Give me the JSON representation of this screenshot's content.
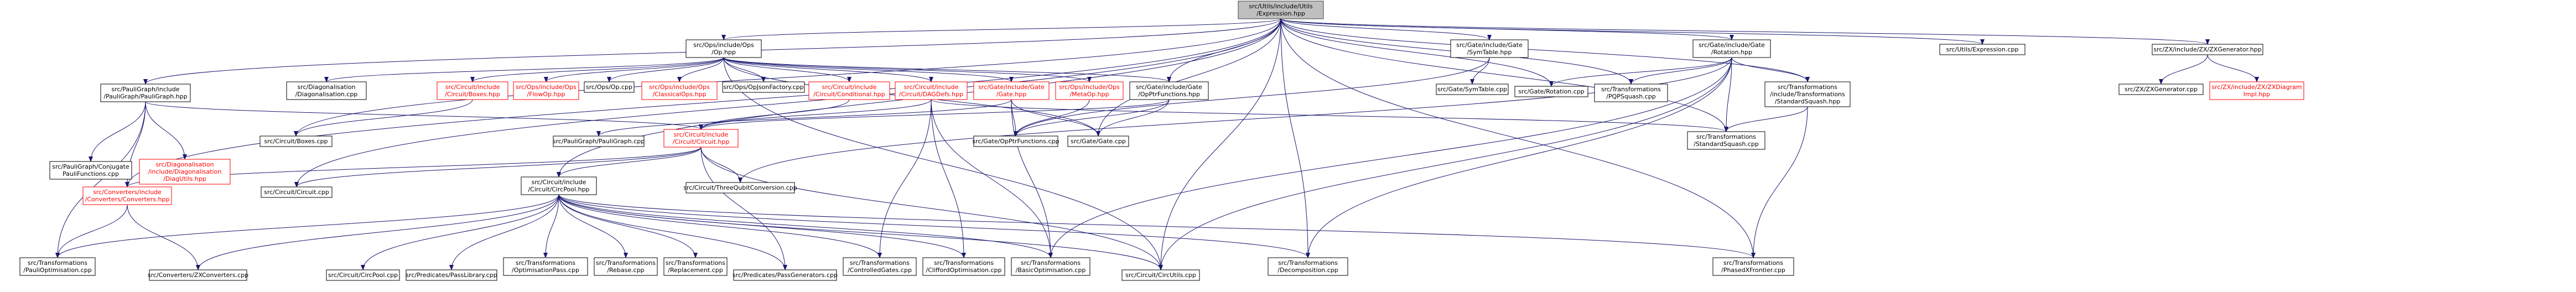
{
  "colors": {
    "edge": "#191970",
    "root_fill": "#bfbfbf",
    "node_border": "#000000",
    "missing_border": "#ff0000",
    "missing_text": "#ff0000"
  },
  "nodes": [
    {
      "id": "root",
      "lines": [
        "src/Utils/include/Utils",
        "/Expression.hpp"
      ],
      "style": "root"
    },
    {
      "id": "paulig",
      "lines": [
        "src/PauliGraph/include",
        "/PauliGraph/PauliGraph.hpp"
      ],
      "style": "normal"
    },
    {
      "id": "ops",
      "lines": [
        "src/Ops/include/Ops",
        "/Op.hpp"
      ],
      "style": "normal"
    },
    {
      "id": "symtable",
      "lines": [
        "src/Gate/include/Gate",
        "/SymTable.hpp"
      ],
      "style": "normal"
    },
    {
      "id": "rotation",
      "lines": [
        "src/Gate/include/Gate",
        "/Rotation.hpp"
      ],
      "style": "normal"
    },
    {
      "id": "utilsexpr",
      "lines": [
        "src/Utils/Expression.cpp"
      ],
      "style": "normal"
    },
    {
      "id": "zxgenh",
      "lines": [
        "src/ZX/include/ZX/ZXGenerator.hpp"
      ],
      "style": "normal"
    },
    {
      "id": "pauliconj",
      "lines": [
        "src/PauliGraph/Conjugate",
        "PauliFunctions.cpp"
      ],
      "style": "normal"
    },
    {
      "id": "diagutils",
      "lines": [
        "src/Diagonalisation",
        "/include/Diagonalisation",
        "/DiagUtils.hpp"
      ],
      "style": "red"
    },
    {
      "id": "diagcpp",
      "lines": [
        "src/Diagonalisation",
        "/Diagonalisation.cpp"
      ],
      "style": "normal"
    },
    {
      "id": "boxesh",
      "lines": [
        "src/Circuit/include",
        "/Circuit/Boxes.hpp"
      ],
      "style": "red"
    },
    {
      "id": "flowop",
      "lines": [
        "src/Ops/include/Ops",
        "/FlowOp.hpp"
      ],
      "style": "red"
    },
    {
      "id": "opcpp",
      "lines": [
        "src/Ops/Op.cpp"
      ],
      "style": "normal"
    },
    {
      "id": "classicalops",
      "lines": [
        "src/Ops/include/Ops",
        "/ClassicalOps.hpp"
      ],
      "style": "red"
    },
    {
      "id": "opjson",
      "lines": [
        "src/Ops/OpJsonFactory.cpp"
      ],
      "style": "normal"
    },
    {
      "id": "condh",
      "lines": [
        "src/Circuit/include",
        "/Circuit/Conditional.hpp"
      ],
      "style": "red"
    },
    {
      "id": "dagdefs",
      "lines": [
        "src/Circuit/include",
        "/Circuit/DAGDefs.hpp"
      ],
      "style": "red"
    },
    {
      "id": "gateh",
      "lines": [
        "src/Gate/include/Gate",
        "/Gate.hpp"
      ],
      "style": "red"
    },
    {
      "id": "metaop",
      "lines": [
        "src/Ops/include/Ops",
        "/MetaOp.hpp"
      ],
      "style": "red"
    },
    {
      "id": "opptrfh",
      "lines": [
        "src/Gate/include/Gate",
        "/OpPtrFunctions.hpp"
      ],
      "style": "normal"
    },
    {
      "id": "symtablecpp",
      "lines": [
        "src/Gate/SymTable.cpp"
      ],
      "style": "normal"
    },
    {
      "id": "gaterotcpp",
      "lines": [
        "src/Gate/Rotation.cpp"
      ],
      "style": "normal"
    },
    {
      "id": "pqpcpp",
      "lines": [
        "src/Transformations",
        "/PQPSquash.cpp"
      ],
      "style": "normal"
    },
    {
      "id": "stdsquashh",
      "lines": [
        "src/Transformations",
        "/include/Transformations",
        "/StandardSquash.hpp"
      ],
      "style": "normal"
    },
    {
      "id": "zxgencpp",
      "lines": [
        "src/ZX/ZXGenerator.cpp"
      ],
      "style": "normal"
    },
    {
      "id": "zxdiagimpl",
      "lines": [
        "src/ZX/include/ZX/ZXDiagram",
        "Impl.hpp"
      ],
      "style": "red"
    },
    {
      "id": "boxescpp",
      "lines": [
        "src/Circuit/Boxes.cpp"
      ],
      "style": "normal"
    },
    {
      "id": "pgcpp",
      "lines": [
        "src/PauliGraph/PauliGraph.cpp"
      ],
      "style": "normal"
    },
    {
      "id": "circuith",
      "lines": [
        "src/Circuit/include",
        "/Circuit/Circuit.hpp"
      ],
      "style": "red"
    },
    {
      "id": "opptrfcpp",
      "lines": [
        "src/Gate/OpPtrFunctions.cpp"
      ],
      "style": "normal"
    },
    {
      "id": "gatecpp",
      "lines": [
        "src/Gate/Gate.cpp"
      ],
      "style": "normal"
    },
    {
      "id": "stdsquashcpp",
      "lines": [
        "src/Transformations",
        "/StandardSquash.cpp"
      ],
      "style": "normal"
    },
    {
      "id": "convh",
      "lines": [
        "src/Converters/include",
        "/Converters/Converters.hpp"
      ],
      "style": "red"
    },
    {
      "id": "circuitcpp",
      "lines": [
        "src/Circuit/Circuit.cpp"
      ],
      "style": "normal"
    },
    {
      "id": "threeq",
      "lines": [
        "src/Circuit/ThreeQubitConversion.cpp"
      ],
      "style": "normal"
    },
    {
      "id": "circpoolh",
      "lines": [
        "src/Circuit/include",
        "/Circuit/CircPool.hpp"
      ],
      "style": "normal"
    },
    {
      "id": "pauliopt",
      "lines": [
        "src/Transformations",
        "/PauliOptimisation.cpp"
      ],
      "style": "normal"
    },
    {
      "id": "zxconv",
      "lines": [
        "src/Converters/ZXConverters.cpp"
      ],
      "style": "normal"
    },
    {
      "id": "circpoolcpp",
      "lines": [
        "src/Circuit/CircPool.cpp"
      ],
      "style": "normal"
    },
    {
      "id": "passlib",
      "lines": [
        "src/Predicates/PassLibrary.cpp"
      ],
      "style": "normal"
    },
    {
      "id": "optpass",
      "lines": [
        "src/Transformations",
        "/OptimisationPass.cpp"
      ],
      "style": "normal"
    },
    {
      "id": "rebase",
      "lines": [
        "src/Transformations",
        "/Rebase.cpp"
      ],
      "style": "normal"
    },
    {
      "id": "replacement",
      "lines": [
        "src/Transformations",
        "/Replacement.cpp"
      ],
      "style": "normal"
    },
    {
      "id": "passgen",
      "lines": [
        "src/Predicates/PassGenerators.cpp"
      ],
      "style": "normal"
    },
    {
      "id": "ctrlgates",
      "lines": [
        "src/Transformations",
        "/ControlledGates.cpp"
      ],
      "style": "normal"
    },
    {
      "id": "cliffopt",
      "lines": [
        "src/Transformations",
        "/CliffordOptimisation.cpp"
      ],
      "style": "normal"
    },
    {
      "id": "basicopt",
      "lines": [
        "src/Transformations",
        "/BasicOptimisation.cpp"
      ],
      "style": "normal"
    },
    {
      "id": "circutils",
      "lines": [
        "src/Circuit/CircUtils.cpp"
      ],
      "style": "normal"
    },
    {
      "id": "decomp",
      "lines": [
        "src/Transformations",
        "/Decomposition.cpp"
      ],
      "style": "normal"
    },
    {
      "id": "phasedx",
      "lines": [
        "src/Transformations",
        "/PhasedXFrontier.cpp"
      ],
      "style": "normal"
    }
  ],
  "edges": [
    [
      "root",
      "paulig"
    ],
    [
      "root",
      "ops"
    ],
    [
      "root",
      "symtable"
    ],
    [
      "root",
      "rotation"
    ],
    [
      "root",
      "utilsexpr"
    ],
    [
      "root",
      "zxgenh"
    ],
    [
      "root",
      "opptrfh"
    ],
    [
      "root",
      "gatecpp"
    ],
    [
      "root",
      "gaterotcpp"
    ],
    [
      "root",
      "pqpcpp"
    ],
    [
      "root",
      "stdsquashh"
    ],
    [
      "root",
      "stdsquashcpp"
    ],
    [
      "root",
      "circuitcpp"
    ],
    [
      "root",
      "circutils"
    ],
    [
      "root",
      "decomp"
    ],
    [
      "root",
      "phasedx"
    ],
    [
      "root",
      "convh"
    ],
    [
      "root",
      "circpoolh"
    ],
    [
      "root",
      "boxescpp"
    ],
    [
      "paulig",
      "pauliconj"
    ],
    [
      "paulig",
      "diagutils"
    ],
    [
      "paulig",
      "pauliopt"
    ],
    [
      "paulig",
      "circuith"
    ],
    [
      "paulig",
      "convh"
    ],
    [
      "ops",
      "diagcpp"
    ],
    [
      "ops",
      "boxesh"
    ],
    [
      "ops",
      "flowop"
    ],
    [
      "ops",
      "opcpp"
    ],
    [
      "ops",
      "classicalops"
    ],
    [
      "ops",
      "opjson"
    ],
    [
      "ops",
      "condh"
    ],
    [
      "ops",
      "dagdefs"
    ],
    [
      "ops",
      "gateh"
    ],
    [
      "ops",
      "metaop"
    ],
    [
      "ops",
      "opptrfh"
    ],
    [
      "ops",
      "gatecpp"
    ],
    [
      "ops",
      "circutils"
    ],
    [
      "symtable",
      "symtablecpp"
    ],
    [
      "symtable",
      "opptrfcpp"
    ],
    [
      "rotation",
      "gaterotcpp"
    ],
    [
      "rotation",
      "pqpcpp"
    ],
    [
      "rotation",
      "stdsquashh"
    ],
    [
      "rotation",
      "stdsquashcpp"
    ],
    [
      "rotation",
      "circutils"
    ],
    [
      "rotation",
      "basicopt"
    ],
    [
      "rotation",
      "decomp"
    ],
    [
      "rotation",
      "threeq"
    ],
    [
      "zxgenh",
      "zxgencpp"
    ],
    [
      "zxgenh",
      "zxdiagimpl"
    ],
    [
      "boxesh",
      "boxescpp"
    ],
    [
      "condh",
      "circuith"
    ],
    [
      "dagdefs",
      "circuith"
    ],
    [
      "dagdefs",
      "ctrlgates"
    ],
    [
      "dagdefs",
      "cliffopt"
    ],
    [
      "dagdefs",
      "basicopt"
    ],
    [
      "dagdefs",
      "stdsquashcpp"
    ],
    [
      "gateh",
      "opptrfcpp"
    ],
    [
      "gateh",
      "gatecpp"
    ],
    [
      "gateh",
      "basicopt"
    ],
    [
      "gateh",
      "pgcpp"
    ],
    [
      "metaop",
      "opptrfcpp"
    ],
    [
      "opptrfh",
      "opptrfcpp"
    ],
    [
      "opptrfh",
      "gatecpp"
    ],
    [
      "opptrfh",
      "circuith"
    ],
    [
      "stdsquashh",
      "stdsquashcpp"
    ],
    [
      "stdsquashh",
      "phasedx"
    ],
    [
      "circuith",
      "convh"
    ],
    [
      "circuith",
      "circuitcpp"
    ],
    [
      "circuith",
      "threeq"
    ],
    [
      "circuith",
      "circpoolh"
    ],
    [
      "circuith",
      "circutils"
    ],
    [
      "circuith",
      "passgen"
    ],
    [
      "convh",
      "pauliopt"
    ],
    [
      "convh",
      "zxconv"
    ],
    [
      "circpoolh",
      "pauliopt"
    ],
    [
      "circpoolh",
      "zxconv"
    ],
    [
      "circpoolh",
      "circpoolcpp"
    ],
    [
      "circpoolh",
      "passlib"
    ],
    [
      "circpoolh",
      "optpass"
    ],
    [
      "circpoolh",
      "rebase"
    ],
    [
      "circpoolh",
      "replacement"
    ],
    [
      "circpoolh",
      "passgen"
    ],
    [
      "circpoolh",
      "ctrlgates"
    ],
    [
      "circpoolh",
      "cliffopt"
    ],
    [
      "circpoolh",
      "basicopt"
    ],
    [
      "circpoolh",
      "circutils"
    ],
    [
      "circpoolh",
      "decomp"
    ],
    [
      "circpoolh",
      "phasedx"
    ]
  ]
}
